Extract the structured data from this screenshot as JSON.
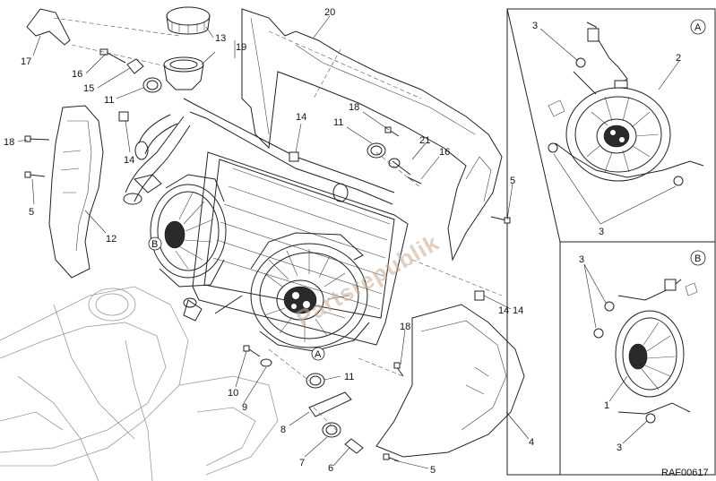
{
  "drawing": {
    "code": "RAF00617",
    "watermark": "Partsrepublik",
    "callouts": [
      {
        "id": "c17",
        "text": "17"
      },
      {
        "id": "c16",
        "text": "16"
      },
      {
        "id": "c15",
        "text": "15"
      },
      {
        "id": "c11a",
        "text": "11"
      },
      {
        "id": "c13",
        "text": "13"
      },
      {
        "id": "c19",
        "text": "19"
      },
      {
        "id": "c20",
        "text": "20"
      },
      {
        "id": "c18a",
        "text": "18"
      },
      {
        "id": "c14a",
        "text": "14"
      },
      {
        "id": "c5a",
        "text": "5"
      },
      {
        "id": "c12",
        "text": "12"
      },
      {
        "id": "c14b",
        "text": "14"
      },
      {
        "id": "c11b",
        "text": "11"
      },
      {
        "id": "c18b",
        "text": "18"
      },
      {
        "id": "c14c",
        "text": "14"
      },
      {
        "id": "c21",
        "text": "21"
      },
      {
        "id": "c16b",
        "text": "16"
      },
      {
        "id": "c5b",
        "text": "5"
      },
      {
        "id": "c14d",
        "text": "14"
      },
      {
        "id": "c18c",
        "text": "18"
      },
      {
        "id": "c10",
        "text": "10"
      },
      {
        "id": "c9",
        "text": "9"
      },
      {
        "id": "c11c",
        "text": "11"
      },
      {
        "id": "c8",
        "text": "8"
      },
      {
        "id": "c7",
        "text": "7"
      },
      {
        "id": "c6",
        "text": "6"
      },
      {
        "id": "c5c",
        "text": "5"
      },
      {
        "id": "c4",
        "text": "4"
      },
      {
        "id": "cA1",
        "text": "A"
      },
      {
        "id": "cB1",
        "text": "B"
      }
    ],
    "detail_a": {
      "badge": "A",
      "callouts": [
        {
          "id": "a3a",
          "text": "3"
        },
        {
          "id": "a2",
          "text": "2"
        },
        {
          "id": "a3b",
          "text": "3"
        }
      ]
    },
    "detail_b": {
      "badge": "B",
      "callouts": [
        {
          "id": "b3a",
          "text": "3"
        },
        {
          "id": "b1",
          "text": "1"
        },
        {
          "id": "b3b",
          "text": "3"
        }
      ]
    }
  }
}
